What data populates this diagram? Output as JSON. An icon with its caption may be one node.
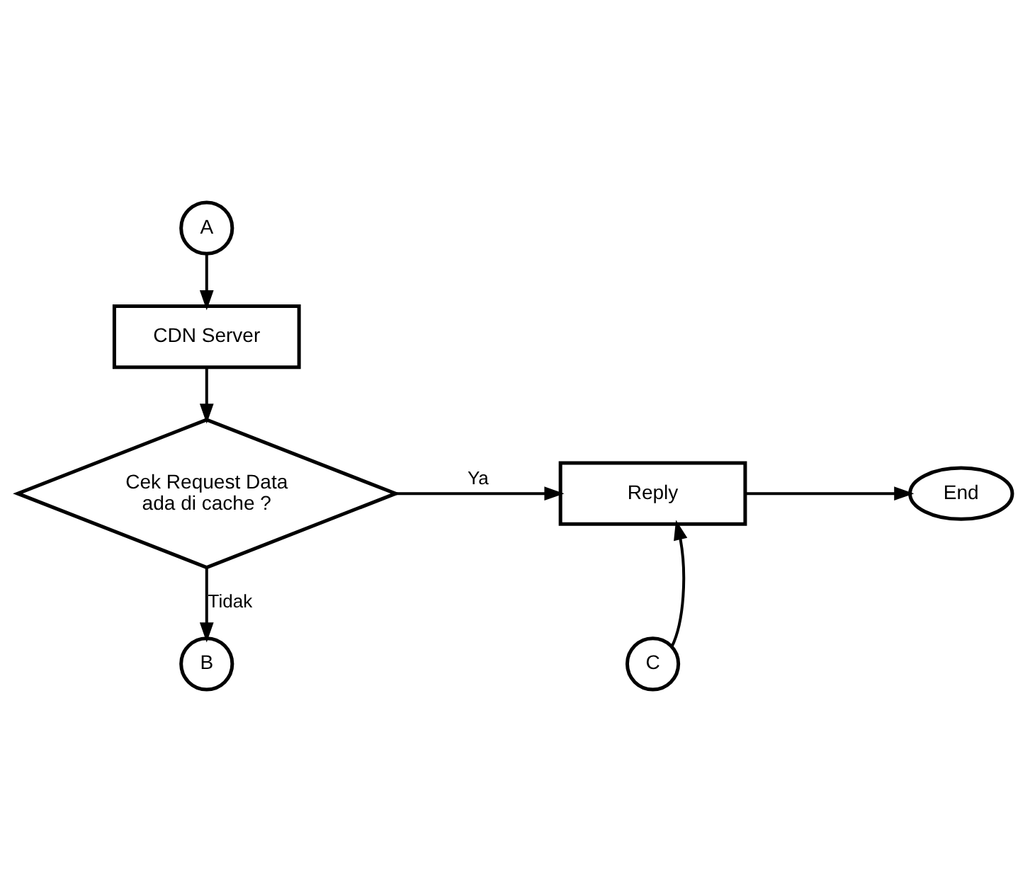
{
  "diagram": {
    "nodes": [
      {
        "text": [
          "A"
        ]
      },
      {
        "text": [
          "CDN Server"
        ]
      },
      {
        "text": [
          "Cek Request Data ada di cache ?"
        ]
      },
      {
        "text": [
          "Reply"
        ]
      },
      {
        "text": [
          "End"
        ]
      },
      {
        "text": [
          "C"
        ]
      },
      {
        "text": [
          "B"
        ]
      }
    ],
    "edges": [
      {
        "from": 0,
        "to": 1,
        "arrow": "to"
      },
      {
        "from": 1,
        "to": 2,
        "arrow": "to"
      },
      {
        "from": 2,
        "to": 3,
        "arrow": "to",
        "label": "Ya"
      },
      {
        "from": 3,
        "to": 4,
        "arrow": "to"
      },
      {
        "from": 5,
        "to": 3,
        "arrow": "to"
      },
      {
        "from": 2,
        "to": 6,
        "arrow": "to",
        "label": "Tidak"
      }
    ]
  }
}
